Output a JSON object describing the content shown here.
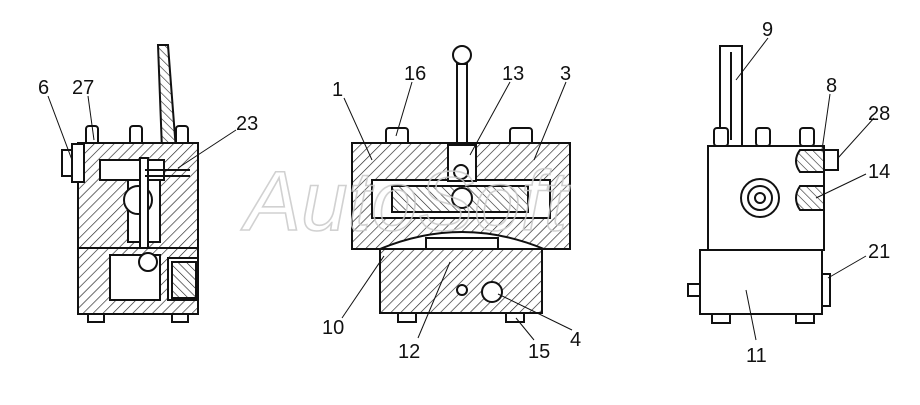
{
  "diagram": {
    "watermark": "AutoSoft",
    "views": [
      {
        "id": "left",
        "callouts": [
          "6",
          "27",
          "23"
        ]
      },
      {
        "id": "center",
        "callouts": [
          "1",
          "16",
          "13",
          "3",
          "10",
          "12",
          "15",
          "4"
        ]
      },
      {
        "id": "right",
        "callouts": [
          "9",
          "8",
          "28",
          "14",
          "21",
          "11"
        ]
      }
    ]
  }
}
